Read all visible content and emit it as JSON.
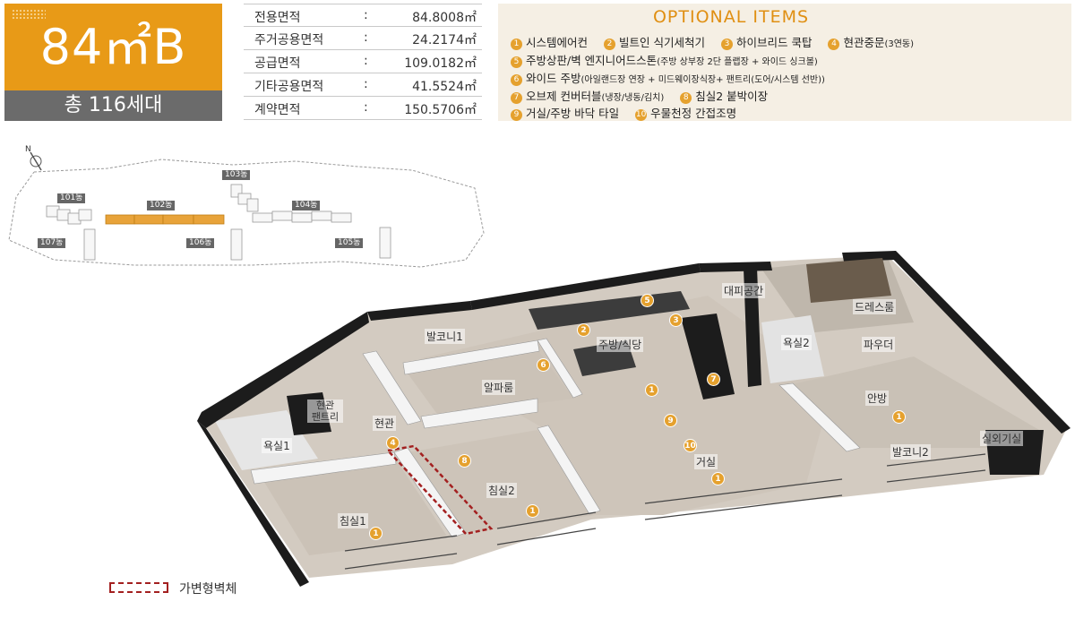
{
  "unit": {
    "type_code": "84㎡B",
    "households": "총 116세대"
  },
  "areas": [
    {
      "label": "전용면적",
      "value": "84.8008㎡"
    },
    {
      "label": "주거공용면적",
      "value": "24.2174㎡"
    },
    {
      "label": "공급면적",
      "value": "109.0182㎡"
    },
    {
      "label": "기타공용면적",
      "value": "41.5524㎡"
    },
    {
      "label": "계약면적",
      "value": "150.5706㎡"
    }
  ],
  "optional_items": {
    "title": "OPTIONAL ITEMS",
    "rows": [
      [
        {
          "num": "1",
          "text": "시스템에어컨",
          "note": ""
        },
        {
          "num": "2",
          "text": "빌트인 식기세척기",
          "note": ""
        },
        {
          "num": "3",
          "text": "하이브리드 쿡탑",
          "note": ""
        },
        {
          "num": "4",
          "text": "현관중문",
          "note": "(3연동)"
        }
      ],
      [
        {
          "num": "5",
          "text": "주방상판/벽 엔지니어드스톤",
          "note": "(주방 상부장 2단 플랩장 + 와이드 싱크볼)"
        }
      ],
      [
        {
          "num": "6",
          "text": "와이드 주방",
          "note": "(아일랜드장 연장 + 미드웨이장식장+ 팬트리(도어/시스템 선반))"
        }
      ],
      [
        {
          "num": "7",
          "text": "오브제 컨버터블",
          "note": "(냉장/냉동/김치)"
        },
        {
          "num": "8",
          "text": "침실2 붙박이장",
          "note": ""
        }
      ],
      [
        {
          "num": "9",
          "text": "거실/주방 바닥 타일",
          "note": ""
        },
        {
          "num": "10",
          "text": "우물천정 간접조명",
          "note": ""
        }
      ]
    ]
  },
  "site_map": {
    "north_label": "N",
    "buildings": [
      "101동",
      "102동",
      "103동",
      "104동",
      "105동",
      "106동",
      "107동"
    ],
    "highlighted": "102동"
  },
  "rooms": {
    "balcony1": "발코니1",
    "emergency_space": "대피공간",
    "dressroom": "드레스룸",
    "kitchen": "주방/식당",
    "bath2": "욕실2",
    "powder": "파우더",
    "alpha_room": "알파룸",
    "master_bedroom": "안방",
    "entry_pantry": "현관\n팬트리",
    "entrance": "현관",
    "bath1": "욕실1",
    "bedroom2": "침실2",
    "living": "거실",
    "balcony2": "발코니2",
    "outdoor_unit": "실외기실",
    "bedroom1": "침실1"
  },
  "markers": [
    "5",
    "2",
    "3",
    "6",
    "1",
    "7",
    "9",
    "10",
    "1",
    "4",
    "8",
    "1",
    "1",
    "1"
  ],
  "legend": {
    "label": "가변형벽체"
  },
  "colors": {
    "accent_orange": "#e89a17",
    "marker_orange": "#e5a12e",
    "household_gray": "#6b6b6b",
    "options_bg": "#f5efe4",
    "wall_black": "#1c1c1c",
    "floor_wood": "#cfc6bb",
    "variable_wall_red": "#a32020"
  }
}
